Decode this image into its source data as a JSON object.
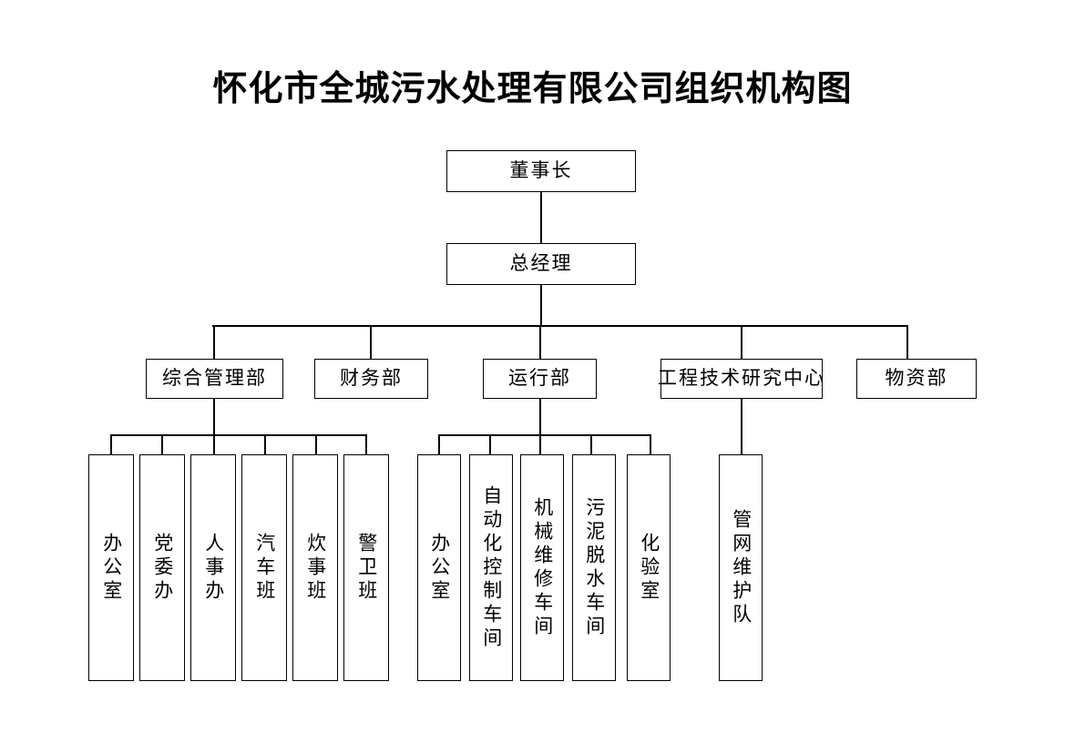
{
  "title": "怀化市全城污水处理有限公司组织机构图",
  "chart_data": {
    "type": "diagram",
    "diagram_kind": "organization-chart",
    "title": "怀化市全城污水处理有限公司组织机构图",
    "levels": [
      {
        "level": 1,
        "nodes": [
          "董事长"
        ]
      },
      {
        "level": 2,
        "nodes": [
          "总经理"
        ]
      },
      {
        "level": 3,
        "nodes": [
          "综合管理部",
          "财务部",
          "运行部",
          "工程技术研究中心",
          "物资部"
        ]
      },
      {
        "level": 4,
        "nodes": [
          "办公室",
          "党委办",
          "人事办",
          "汽车班",
          "炊事班",
          "警卫班",
          "办公室",
          "自动化控制车间",
          "机械维修车间",
          "污泥脱水车间",
          "化验室",
          "管网维护队"
        ]
      }
    ],
    "edges": [
      {
        "from": "董事长",
        "to": "总经理"
      },
      {
        "from": "总经理",
        "to": "综合管理部"
      },
      {
        "from": "总经理",
        "to": "财务部"
      },
      {
        "from": "总经理",
        "to": "运行部"
      },
      {
        "from": "总经理",
        "to": "工程技术研究中心"
      },
      {
        "from": "总经理",
        "to": "物资部"
      },
      {
        "from": "综合管理部",
        "to": "办公室"
      },
      {
        "from": "综合管理部",
        "to": "党委办"
      },
      {
        "from": "综合管理部",
        "to": "人事办"
      },
      {
        "from": "综合管理部",
        "to": "汽车班"
      },
      {
        "from": "综合管理部",
        "to": "炊事班"
      },
      {
        "from": "综合管理部",
        "to": "警卫班"
      },
      {
        "from": "运行部",
        "to": "办公室"
      },
      {
        "from": "运行部",
        "to": "自动化控制车间"
      },
      {
        "from": "运行部",
        "to": "机械维修车间"
      },
      {
        "from": "运行部",
        "to": "污泥脱水车间"
      },
      {
        "from": "运行部",
        "to": "化验室"
      },
      {
        "from": "工程技术研究中心",
        "to": "管网维护队"
      }
    ],
    "colors": {
      "background": "#ffffff",
      "stroke": "#000000",
      "text": "#000000"
    }
  },
  "nodes": {
    "chairman": "董事长",
    "general_manager": "总经理",
    "dept_admin": "综合管理部",
    "dept_finance": "财务部",
    "dept_operations": "运行部",
    "dept_engineering": "工程技术研究中心",
    "dept_materials": "物资部",
    "admin_office": "办公室",
    "admin_party": "党委办",
    "admin_hr": "人事办",
    "admin_vehicle": "汽车班",
    "admin_canteen": "炊事班",
    "admin_guard": "警卫班",
    "ops_office": "办公室",
    "ops_automation": "自动化控制车间",
    "ops_maintenance": "机械维修车间",
    "ops_sludge": "污泥脱水车间",
    "ops_lab": "化验室",
    "eng_pipeline": "管网维护队"
  }
}
